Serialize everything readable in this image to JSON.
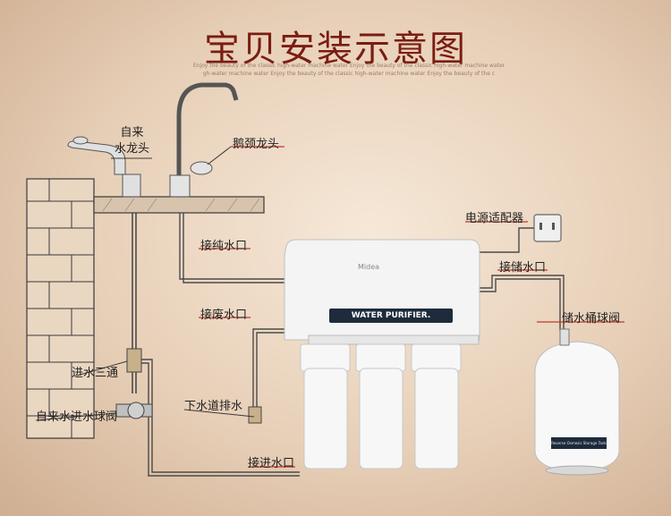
{
  "title": "宝贝安装示意图",
  "subtitle": {
    "line1": "Enjoy the beauty of the classic high-water machine water Enjoy the beauty of the classic high-water machine water",
    "line2": "gh-water machine water Enjoy the beauty of the classic high-water machine water Enjoy the beauty of the c"
  },
  "labels": {
    "tap_water": "自来\n水龙头",
    "gooseneck_faucet": "鹅颈龙头",
    "power_adapter": "电源适配器",
    "pure_water_port": "接纯水口",
    "storage_port": "接储水口",
    "waste_water_port": "接废水口",
    "tank_ball_valve": "储水桶球阀",
    "inlet_tee": "进水三通",
    "drain": "下水道排水",
    "tap_inlet_ball_valve": "自来水进水球阀",
    "inlet_port": "接进水口"
  },
  "product": {
    "brand": "Midea",
    "label": "WATER PURIFIER.",
    "tank_label": "Reverse Osmosis Storage Tank"
  },
  "colors": {
    "title": "#7a1d12",
    "leader_highlight": "#c0392b",
    "machine_body": "#f4f4f4",
    "label_bar": "#1d2b3c"
  }
}
